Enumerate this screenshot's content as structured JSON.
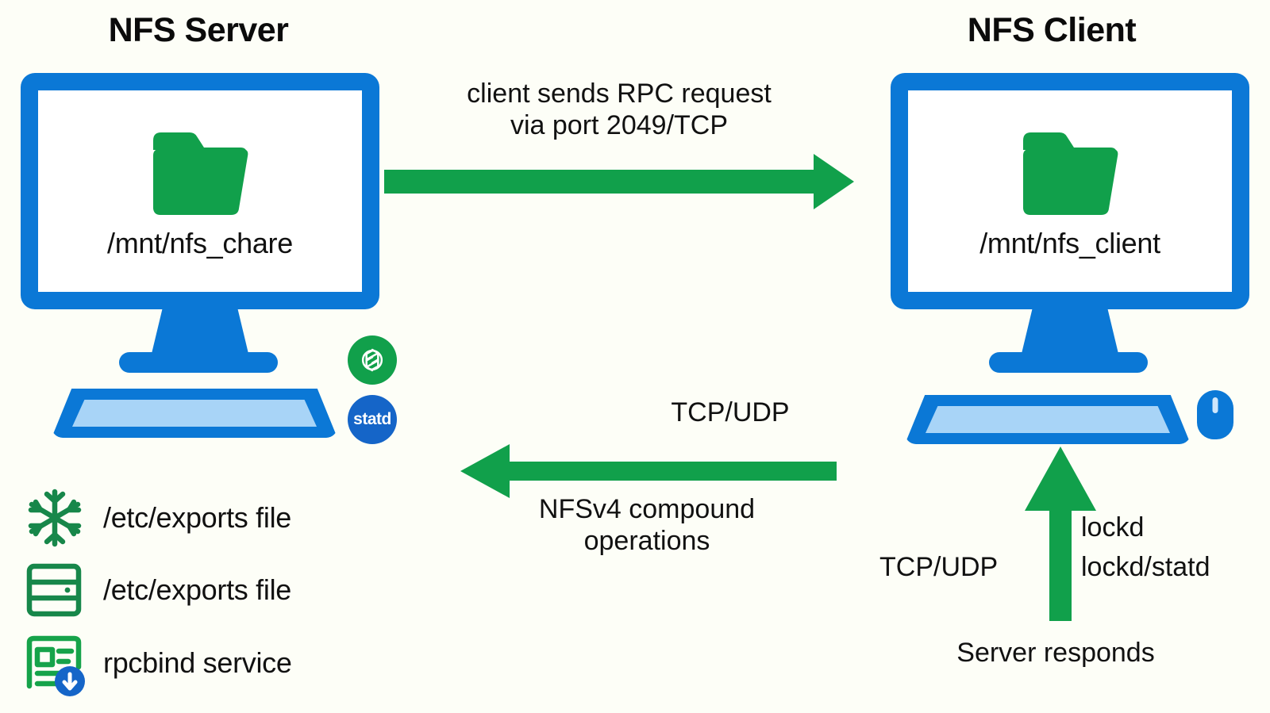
{
  "diagram": {
    "title_server": "NFS Server",
    "title_client": "NFS Client",
    "background_color": "#fdfef7",
    "accent_blue": "#0b78d6",
    "accent_green": "#11a04b",
    "text_color": "#111111"
  },
  "server": {
    "heading": "NFS Server",
    "mount_path": "/mnt/nfs_chare",
    "folder_icon": "folder-icon",
    "badges": [
      {
        "name": "openai-logo-badge",
        "label": "",
        "color": "#11a04b"
      },
      {
        "name": "statd-badge",
        "label": "statd",
        "color": "#1565c8"
      }
    ]
  },
  "client": {
    "heading": "NFS Client",
    "mount_path": "/mnt/nfs_client",
    "folder_icon": "folder-icon",
    "peripherals": [
      "keyboard",
      "mouse"
    ]
  },
  "arrows": {
    "top": {
      "direction": "right",
      "label": "client sends RPC request\nvia port 2049/TCP",
      "color": "#11a04b"
    },
    "middle": {
      "direction": "left",
      "label_above": "TCP/UDP",
      "label_below": "NFSv4 compound\noperations",
      "color": "#11a04b"
    },
    "vertical": {
      "direction": "up",
      "label_left": "TCP/UDP",
      "label_right_line1": "lockd",
      "label_right_line2": "lockd/statd",
      "label_below": "Server responds",
      "color": "#11a04b"
    }
  },
  "legend": {
    "items": [
      {
        "icon": "snowflake-icon",
        "label": "/etc/exports file"
      },
      {
        "icon": "server-rack-icon",
        "label": "/etc/exports file"
      },
      {
        "icon": "rpcbind-document-download-icon",
        "label": "rpcbind service"
      }
    ]
  }
}
